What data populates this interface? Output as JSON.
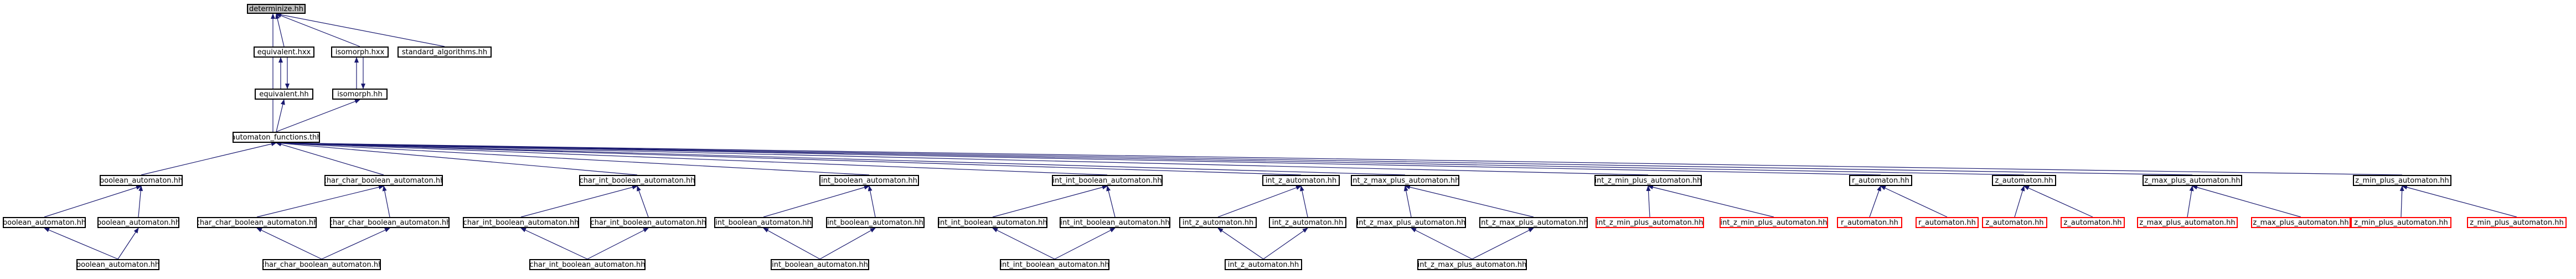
{
  "graph": {
    "edge_color": "#191970",
    "nodes": [
      {
        "id": "determinize",
        "label": "determinize.hh",
        "root": true
      },
      {
        "id": "equivalent_hxx",
        "label": "equivalent.hxx"
      },
      {
        "id": "isomorph_hxx",
        "label": "isomorph.hxx"
      },
      {
        "id": "standard_algorithms",
        "label": "standard_algorithms.hh"
      },
      {
        "id": "equivalent_hh",
        "label": "equivalent.hh"
      },
      {
        "id": "isomorph_hh",
        "label": "isomorph.hh"
      },
      {
        "id": "automaton_functions",
        "label": "automaton_functions.thh"
      },
      {
        "id": "b3",
        "label": "boolean_automaton.hh"
      },
      {
        "id": "b4a",
        "label": "boolean_automaton.hh"
      },
      {
        "id": "b4b",
        "label": "boolean_automaton.hh"
      },
      {
        "id": "b5",
        "label": "boolean_automaton.hh"
      },
      {
        "id": "ccb3",
        "label": "char_char_boolean_automaton.hh"
      },
      {
        "id": "ccb4a",
        "label": "char_char_boolean_automaton.hh"
      },
      {
        "id": "ccb4b",
        "label": "char_char_boolean_automaton.hh"
      },
      {
        "id": "ccb5",
        "label": "char_char_boolean_automaton.hh"
      },
      {
        "id": "cib3",
        "label": "char_int_boolean_automaton.hh"
      },
      {
        "id": "cib4a",
        "label": "char_int_boolean_automaton.hh"
      },
      {
        "id": "cib4b",
        "label": "char_int_boolean_automaton.hh"
      },
      {
        "id": "cib5",
        "label": "char_int_boolean_automaton.hh"
      },
      {
        "id": "ib3",
        "label": "int_boolean_automaton.hh"
      },
      {
        "id": "ib4a",
        "label": "int_boolean_automaton.hh"
      },
      {
        "id": "ib4b",
        "label": "int_boolean_automaton.hh"
      },
      {
        "id": "ib5",
        "label": "int_boolean_automaton.hh"
      },
      {
        "id": "iib3",
        "label": "int_int_boolean_automaton.hh"
      },
      {
        "id": "iib4a",
        "label": "int_int_boolean_automaton.hh"
      },
      {
        "id": "iib4b",
        "label": "int_int_boolean_automaton.hh"
      },
      {
        "id": "iib5",
        "label": "int_int_boolean_automaton.hh"
      },
      {
        "id": "iz3",
        "label": "int_z_automaton.hh"
      },
      {
        "id": "iz4a",
        "label": "int_z_automaton.hh"
      },
      {
        "id": "iz4b",
        "label": "int_z_automaton.hh"
      },
      {
        "id": "iz5",
        "label": "int_z_automaton.hh"
      },
      {
        "id": "izmax3",
        "label": "int_z_max_plus_automaton.hh"
      },
      {
        "id": "izmax4a",
        "label": "int_z_max_plus_automaton.hh"
      },
      {
        "id": "izmax4b",
        "label": "int_z_max_plus_automaton.hh"
      },
      {
        "id": "izmax5",
        "label": "int_z_max_plus_automaton.hh"
      },
      {
        "id": "izmin3",
        "label": "int_z_min_plus_automaton.hh"
      },
      {
        "id": "izmin4a",
        "label": "int_z_min_plus_automaton.hh",
        "red": true
      },
      {
        "id": "izmin4b",
        "label": "int_z_min_plus_automaton.hh",
        "red": true
      },
      {
        "id": "r3",
        "label": "r_automaton.hh"
      },
      {
        "id": "r4a",
        "label": "r_automaton.hh",
        "red": true
      },
      {
        "id": "r4b",
        "label": "r_automaton.hh",
        "red": true
      },
      {
        "id": "z3",
        "label": "z_automaton.hh"
      },
      {
        "id": "z4a",
        "label": "z_automaton.hh",
        "red": true
      },
      {
        "id": "z4b",
        "label": "z_automaton.hh",
        "red": true
      },
      {
        "id": "zmax3",
        "label": "z_max_plus_automaton.hh"
      },
      {
        "id": "zmax4a",
        "label": "z_max_plus_automaton.hh",
        "red": true
      },
      {
        "id": "zmax4b",
        "label": "z_max_plus_automaton.hh",
        "red": true
      },
      {
        "id": "zmin3",
        "label": "z_min_plus_automaton.hh"
      },
      {
        "id": "zmin4a",
        "label": "z_min_plus_automaton.hh",
        "red": true
      },
      {
        "id": "zmin4b",
        "label": "z_min_plus_automaton.hh",
        "red": true
      }
    ],
    "edges": [
      [
        "equivalent_hxx",
        "determinize"
      ],
      [
        "isomorph_hxx",
        "determinize"
      ],
      [
        "standard_algorithms",
        "determinize"
      ],
      [
        "automaton_functions",
        "determinize"
      ],
      [
        "equivalent_hh",
        "equivalent_hxx"
      ],
      [
        "equivalent_hxx",
        "equivalent_hh"
      ],
      [
        "isomorph_hh",
        "isomorph_hxx"
      ],
      [
        "isomorph_hxx",
        "isomorph_hh"
      ],
      [
        "automaton_functions",
        "equivalent_hh"
      ],
      [
        "automaton_functions",
        "isomorph_hh"
      ],
      [
        "b3",
        "automaton_functions"
      ],
      [
        "ccb3",
        "automaton_functions"
      ],
      [
        "cib3",
        "automaton_functions"
      ],
      [
        "ib3",
        "automaton_functions"
      ],
      [
        "iib3",
        "automaton_functions"
      ],
      [
        "iz3",
        "automaton_functions"
      ],
      [
        "izmax3",
        "automaton_functions"
      ],
      [
        "izmin3",
        "automaton_functions"
      ],
      [
        "r3",
        "automaton_functions"
      ],
      [
        "z3",
        "automaton_functions"
      ],
      [
        "zmax3",
        "automaton_functions"
      ],
      [
        "zmin3",
        "automaton_functions"
      ],
      [
        "b4a",
        "b3"
      ],
      [
        "b4b",
        "b3"
      ],
      [
        "b5",
        "b4a"
      ],
      [
        "b5",
        "b4b"
      ],
      [
        "ccb4a",
        "ccb3"
      ],
      [
        "ccb4b",
        "ccb3"
      ],
      [
        "ccb5",
        "ccb4a"
      ],
      [
        "ccb5",
        "ccb4b"
      ],
      [
        "cib4a",
        "cib3"
      ],
      [
        "cib4b",
        "cib3"
      ],
      [
        "cib5",
        "cib4a"
      ],
      [
        "cib5",
        "cib4b"
      ],
      [
        "ib4a",
        "ib3"
      ],
      [
        "ib4b",
        "ib3"
      ],
      [
        "ib5",
        "ib4a"
      ],
      [
        "ib5",
        "ib4b"
      ],
      [
        "iib4a",
        "iib3"
      ],
      [
        "iib4b",
        "iib3"
      ],
      [
        "iib5",
        "iib4a"
      ],
      [
        "iib5",
        "iib4b"
      ],
      [
        "iz4a",
        "iz3"
      ],
      [
        "iz4b",
        "iz3"
      ],
      [
        "iz5",
        "iz4a"
      ],
      [
        "iz5",
        "iz4b"
      ],
      [
        "izmax4a",
        "izmax3"
      ],
      [
        "izmax4b",
        "izmax3"
      ],
      [
        "izmax5",
        "izmax4a"
      ],
      [
        "izmax5",
        "izmax4b"
      ],
      [
        "izmin4a",
        "izmin3"
      ],
      [
        "izmin4b",
        "izmin3"
      ],
      [
        "r4a",
        "r3"
      ],
      [
        "r4b",
        "r3"
      ],
      [
        "z4a",
        "z3"
      ],
      [
        "z4b",
        "z3"
      ],
      [
        "zmax4a",
        "zmax3"
      ],
      [
        "zmax4b",
        "zmax3"
      ],
      [
        "zmin4a",
        "zmin3"
      ],
      [
        "zmin4b",
        "zmin3"
      ]
    ]
  }
}
